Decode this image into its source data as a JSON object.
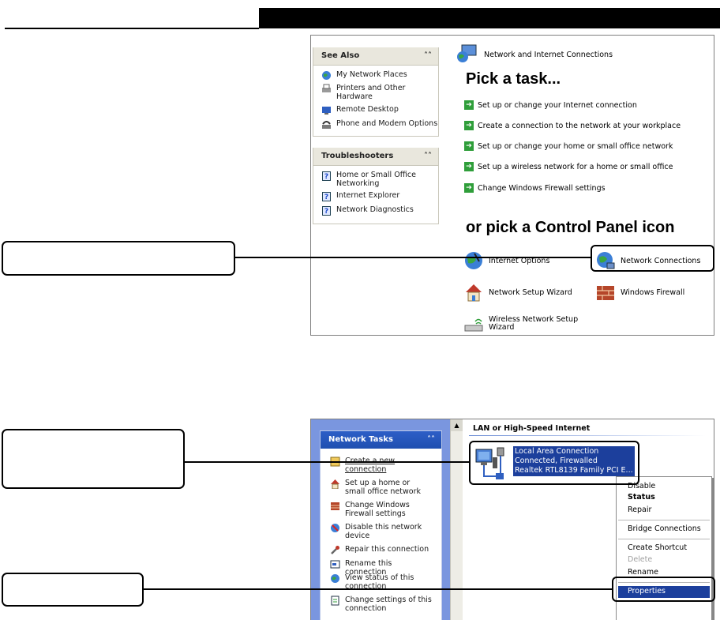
{
  "control_panel": {
    "see_also": {
      "title": "See Also",
      "items": [
        "My Network Places",
        "Printers and Other Hardware",
        "Remote Desktop",
        "Phone and Modem Options"
      ]
    },
    "troubleshooters": {
      "title": "Troubleshooters",
      "items": [
        "Home or Small Office Networking",
        "Internet Explorer",
        "Network Diagnostics"
      ]
    },
    "category_title": "Network and Internet Connections",
    "pick_task": "Pick a task...",
    "tasks": [
      "Set up or change your Internet connection",
      "Create a connection to the network at your workplace",
      "Set up or change your home or small office network",
      "Set up a wireless network for a home or small office",
      "Change Windows Firewall settings"
    ],
    "pick_icon": "or pick a Control Panel icon",
    "icons": {
      "internet_options": "Internet Options",
      "network_connections": "Network Connections",
      "network_setup_wizard": "Network Setup Wizard",
      "windows_firewall": "Windows Firewall",
      "wireless_wizard": "Wireless Network Setup Wizard"
    }
  },
  "network_window": {
    "tasks_panel": {
      "title": "Network Tasks",
      "items": [
        "Create a new connection",
        "Set up a home or small office network",
        "Change Windows Firewall settings",
        "Disable this network device",
        "Repair this connection",
        "Rename this connection",
        "View status of this connection",
        "Change settings of this connection"
      ]
    },
    "group_header": "LAN or High-Speed Internet",
    "connection": {
      "name": "Local Area Connection",
      "status": "Connected, Firewalled",
      "device": "Realtek RTL8139 Family PCI E..."
    },
    "context_menu": {
      "items": [
        "Disable",
        "Status",
        "Repair",
        "Bridge Connections",
        "Create Shortcut",
        "Delete",
        "Rename",
        "Properties"
      ]
    }
  },
  "colors": {
    "task_arrow": "#2f9e3a",
    "selection": "#1c3f9c",
    "tasks_header": "#2d5ec7",
    "panel_header": "#e9e7dd"
  }
}
